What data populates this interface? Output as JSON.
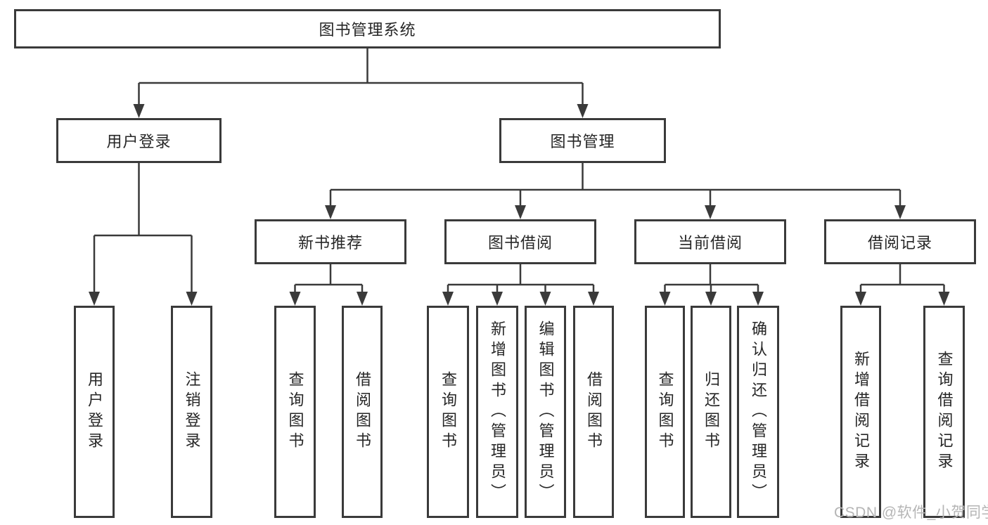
{
  "diagram": {
    "title": "图书管理系统",
    "nodes": {
      "root": "图书管理系统",
      "level2": [
        "用户登录",
        "图书管理"
      ],
      "level3": [
        "新书推荐",
        "图书借阅",
        "当前借阅",
        "借阅记录"
      ],
      "leaf_groups": [
        {
          "items": [
            "用户登录",
            "注销登录"
          ]
        },
        {
          "items": [
            "查询图书",
            "借阅图书"
          ]
        },
        {
          "items": [
            "查询图书",
            "新增图书（管理员）",
            "编辑图书（管理员）",
            "借阅图书"
          ]
        },
        {
          "items": [
            "查询图书",
            "归还图书",
            "确认归还（管理员）"
          ]
        },
        {
          "items": [
            "新增借阅记录",
            "查询借阅记录"
          ]
        }
      ]
    },
    "colors": {
      "line": "#3a3a3a",
      "text": "#262626",
      "watermark": "#b5b5b5",
      "background": "#ffffff"
    }
  },
  "watermark": "CSDN @软件_小贺同学"
}
